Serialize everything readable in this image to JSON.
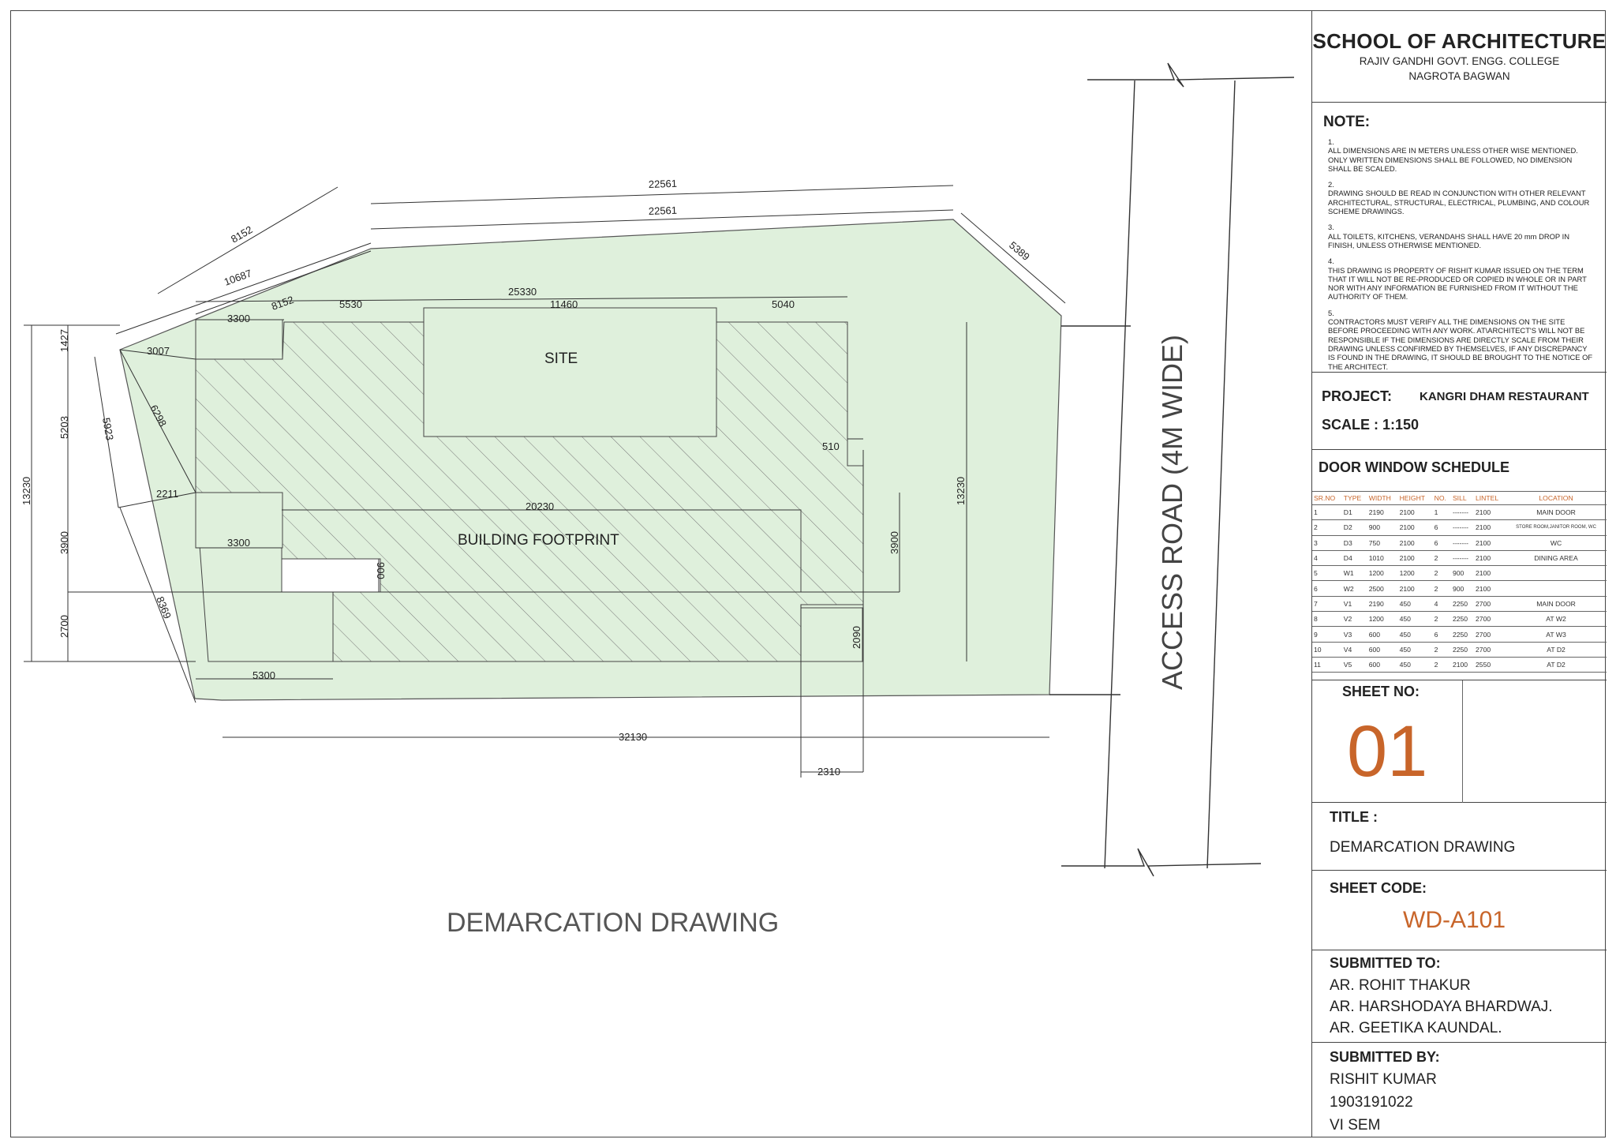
{
  "drawing": {
    "labels": {
      "site": "SITE",
      "building": "BUILDING FOOTPRINT",
      "road": "ACCESS ROAD (4M WIDE)",
      "caption": "DEMARCATION DRAWING"
    },
    "dims": {
      "top1": "22561",
      "top2": "22561",
      "diag1": "8152",
      "diag2": "10687",
      "diag3": "8152",
      "right_diag": "5389",
      "inner_top": "25330",
      "seg1": "5530",
      "seg2": "11460",
      "seg3": "5040",
      "left1": "3300",
      "left2": "3007",
      "left3": "6298",
      "left4": "2211",
      "left5": "3300",
      "v1427": "1427",
      "v5203": "5203",
      "v5923": "5923",
      "v13230l": "13230",
      "v3900l": "3900",
      "v2700": "2700",
      "d8369": "8369",
      "b5300": "5300",
      "mid20230": "20230",
      "s900": "900",
      "r510": "510",
      "v13230r": "13230",
      "v3900r": "3900",
      "v2090": "2090",
      "bottom32130": "32130",
      "b2310": "2310"
    },
    "colors": {
      "site_fill": "#dff0dc",
      "hatch": "#777777",
      "line": "#333333"
    }
  },
  "titleblock": {
    "school": "SCHOOL OF ARCHITECTURE",
    "college": "RAJIV GANDHI GOVT. ENGG. COLLEGE",
    "place": "NAGROTA BAGWAN",
    "note_heading": "NOTE:",
    "notes": [
      {
        "n": "1.",
        "text": "ALL DIMENSIONS ARE IN METERS UNLESS OTHER WISE MENTIONED. ONLY WRITTEN DIMENSIONS SHALL BE FOLLOWED, NO DIMENSION SHALL BE SCALED."
      },
      {
        "n": "2.",
        "text": "DRAWING SHOULD BE READ IN CONJUNCTION WITH OTHER RELEVANT ARCHITECTURAL, STRUCTURAL, ELECTRICAL, PLUMBING, AND COLOUR SCHEME DRAWINGS."
      },
      {
        "n": "3.",
        "text": "ALL TOILETS, KITCHENS, VERANDAHS SHALL HAVE 20 mm DROP IN FINISH, UNLESS OTHERWISE MENTIONED."
      },
      {
        "n": "4.",
        "text": "THIS DRAWING IS PROPERTY OF RISHIT KUMAR ISSUED ON THE TERM THAT IT WILL NOT BE RE-PRODUCED OR COPIED IN WHOLE OR IN PART NOR WITH ANY INFORMATION BE FURNISHED FROM IT WITHOUT THE AUTHORITY OF THEM."
      },
      {
        "n": "5.",
        "text": "CONTRACTORS MUST VERIFY ALL THE DIMENSIONS ON THE SITE BEFORE PROCEEDING WITH ANY WORK. AT\\ARCHITECT'S WILL NOT BE RESPONSIBLE IF THE DIMENSIONS ARE DIRECTLY SCALE FROM THEIR DRAWING UNLESS CONFIRMED BY THEMSELVES, IF ANY DISCREPANCY IS FOUND IN THE DRAWING, IT SHOULD BE BROUGHT TO THE NOTICE OF THE ARCHITECT."
      }
    ],
    "project_label": "PROJECT:",
    "project_name": "KANGRI DHAM RESTAURANT",
    "scale": "SCALE : 1:150",
    "schedule_heading": "DOOR WINDOW SCHEDULE",
    "schedule_columns": [
      "SR.NO",
      "TYPE",
      "WIDTH",
      "HEIGHT",
      "NO.",
      "SILL",
      "LINTEL",
      "LOCATION"
    ],
    "schedule_rows": [
      [
        "1",
        "D1",
        "2190",
        "2100",
        "1",
        "-------",
        "2100",
        "MAIN DOOR"
      ],
      [
        "2",
        "D2",
        "900",
        "2100",
        "6",
        "-------",
        "2100",
        "STORE ROOM,JANITOR ROOM, WC"
      ],
      [
        "3",
        "D3",
        "750",
        "2100",
        "6",
        "-------",
        "2100",
        "WC"
      ],
      [
        "4",
        "D4",
        "1010",
        "2100",
        "2",
        "-------",
        "2100",
        "DINING AREA"
      ],
      [
        "5",
        "W1",
        "1200",
        "1200",
        "2",
        "900",
        "2100",
        ""
      ],
      [
        "6",
        "W2",
        "2500",
        "2100",
        "2",
        "900",
        "2100",
        ""
      ],
      [
        "7",
        "V1",
        "2190",
        "450",
        "4",
        "2250",
        "2700",
        "MAIN DOOR"
      ],
      [
        "8",
        "V2",
        "1200",
        "450",
        "2",
        "2250",
        "2700",
        "AT W2"
      ],
      [
        "9",
        "V3",
        "600",
        "450",
        "6",
        "2250",
        "2700",
        "AT W3"
      ],
      [
        "10",
        "V4",
        "600",
        "450",
        "2",
        "2250",
        "2700",
        "AT D2"
      ],
      [
        "11",
        "V5",
        "600",
        "450",
        "2",
        "2100",
        "2550",
        "AT D2"
      ]
    ],
    "sheet_no_label": "SHEET NO:",
    "sheet_no": "01",
    "title_label": "TITLE :",
    "title_value": "DEMARCATION DRAWING",
    "sheet_code_label": "SHEET CODE:",
    "sheet_code": "WD-A101",
    "submitted_to_label": "SUBMITTED TO:",
    "submitted_to": [
      "AR. ROHIT THAKUR",
      "AR. HARSHODAYA BHARDWAJ.",
      "AR. GEETIKA KAUNDAL."
    ],
    "submitted_by_label": "SUBMITTED BY:",
    "submitted_by": [
      "RISHIT KUMAR",
      "1903191022",
      "VI SEM"
    ],
    "accent_color": "#c8652a"
  }
}
